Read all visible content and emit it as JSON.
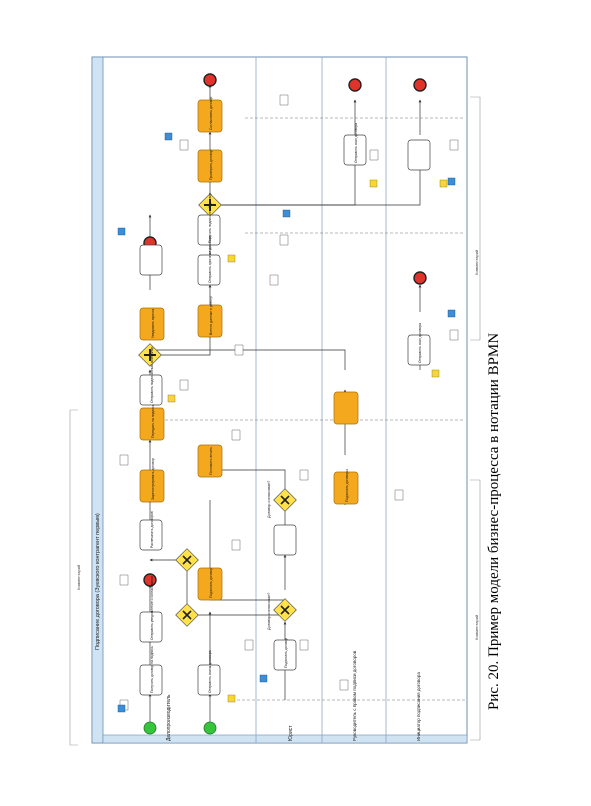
{
  "diagram": {
    "pool_title": "Подписание договора (Зуевского контрагент первым)",
    "lanes": [
      {
        "id": "lane-initiator",
        "label": "Делопроизводитель"
      },
      {
        "id": "lane-lawyer",
        "label": "Юрист"
      },
      {
        "id": "lane-head",
        "label": "Руководитель с правом подписи договоров"
      },
      {
        "id": "lane-counterparty",
        "label": "Инициатор подписания договора"
      }
    ],
    "annotations": {
      "comment_top": "Комментарий",
      "comment_left": "Комментарий",
      "comment_right": "Комментарий"
    },
    "tasks": [
      {
        "id": "t1",
        "label": "Получить договор на подпись"
      },
      {
        "id": "t2",
        "label": "Отправить уведомление о согласовании"
      },
      {
        "id": "t3",
        "label": "Распечатать договоров"
      },
      {
        "id": "t4",
        "label": "Зарегистрировать договор"
      },
      {
        "id": "t5",
        "label": "Отправить подписанный экземпляр"
      },
      {
        "id": "t6",
        "label": "Передать на подпись"
      },
      {
        "id": "t7",
        "label": "Уведомить юриста"
      },
      {
        "id": "t8",
        "label": "Подписать договор"
      },
      {
        "id": "t9",
        "label": "Отправить сканы договора"
      },
      {
        "id": "t10",
        "label": "Поставить печать"
      },
      {
        "id": "t11",
        "label": "Внести данные в реестр"
      },
      {
        "id": "t12",
        "label": "Отправить оригинал договора"
      },
      {
        "id": "t13",
        "label": "Получить подписанный договор"
      },
      {
        "id": "t14",
        "label": "Проверить договор"
      },
      {
        "id": "t15",
        "label": "Согласовать договор"
      },
      {
        "id": "t16",
        "label": "Подписать договор"
      },
      {
        "id": "t17",
        "label": "Подписать договоры"
      },
      {
        "id": "t18",
        "label": "Отправить скан договора"
      },
      {
        "id": "t19",
        "label": "Отправить скан договора"
      }
    ],
    "gateways": [
      {
        "id": "g1",
        "label": "Договор согласован?"
      },
      {
        "id": "g2",
        "label": "Договор согласован?"
      }
    ]
  },
  "caption": "Рис. 20. Пример модели бизнес-процесса в нотации BPMN",
  "colors": {
    "lane_header": "#cfe3f3",
    "task_orange": "#f4a81d",
    "task_white": "#ffffff",
    "gateway": "#ffe14a",
    "start": "#35c43c",
    "end": "#e0332b",
    "annot": "#d14a2a",
    "line": "#333333"
  }
}
